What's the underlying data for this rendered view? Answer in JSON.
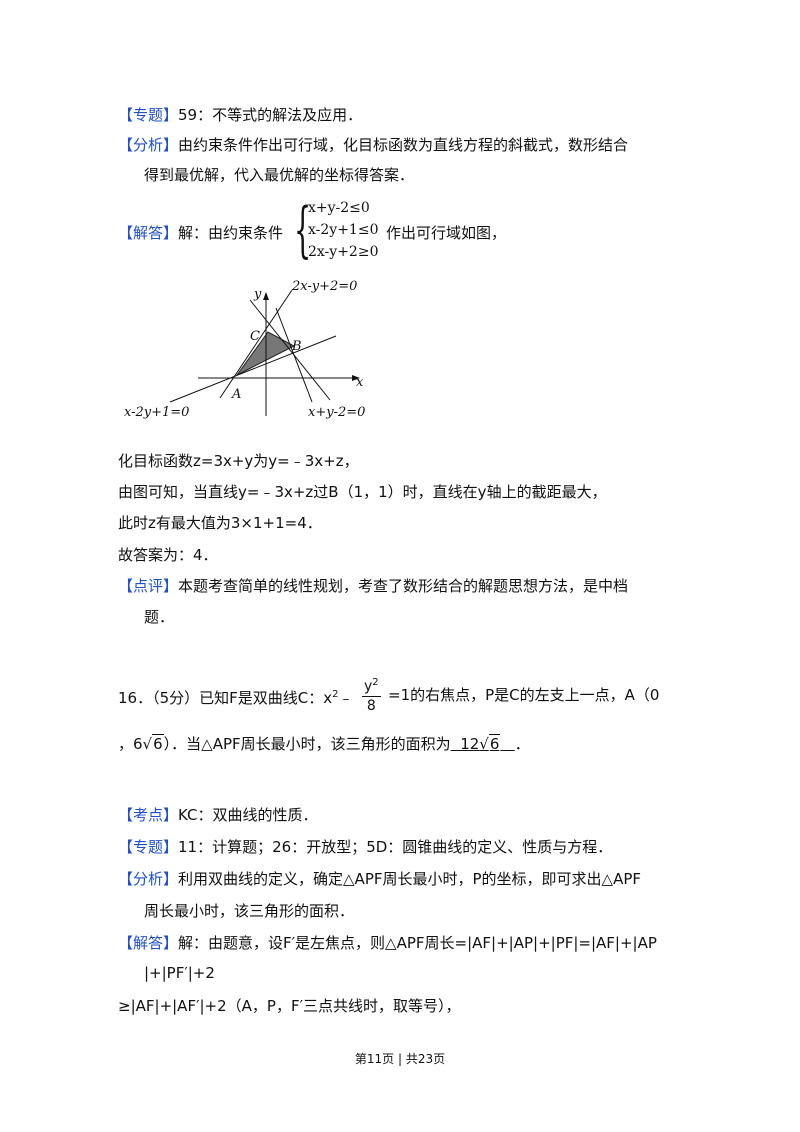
{
  "q15": {
    "zhuanti_tag": "【专题】",
    "zhuanti_text": "59：不等式的解法及应用．",
    "fenxi_tag": "【分析】",
    "fenxi_text_1": "由约束条件作出可行域，化目标函数为直线方程的斜截式，数形结合",
    "fenxi_text_2": "得到最优解，代入最优解的坐标得答案．",
    "jieda_tag": "【解答】",
    "jieda_pre": "解：由约束条件",
    "constraints": [
      "x+y-2≤0",
      "x-2y+1≤0",
      "2x-y+2≥0"
    ],
    "jieda_post": "作出可行域如图，",
    "graph_labels": {
      "y": "y",
      "x": "x",
      "line1": "2x-y+2=0",
      "line2": "x-2y+1=0",
      "line3": "x+y-2=0",
      "A": "A",
      "B": "B",
      "C": "C"
    },
    "step1": "化目标函数z=3x+y为y=﹣3x+z，",
    "step2": "由图可知，当直线y=﹣3x+z过B（1，1）时，直线在y轴上的截距最大，",
    "step3": "此时z有最大值为3×1+1=4．",
    "answer": "故答案为：4．",
    "dianping_tag": "【点评】",
    "dianping_text_1": "本题考查简单的线性规划，考查了数形结合的解题思想方法，是中档",
    "dianping_text_2": "题．"
  },
  "q16": {
    "stem_pre": "16．（5分）已知F是双曲线C：x",
    "sup2": "2",
    "minus": "﹣",
    "frac_num": "y",
    "frac_num_sup": "2",
    "frac_den": "8",
    "stem_post": "=1的右焦点，P是C的左支上一点，A（0",
    "line2_pre": "，6",
    "sqrt6": "6",
    "line2_mid": "）．当△APF周长最小时，该三角形的面积为",
    "answer_coef": "12",
    "answer_sqrt": "6",
    "line2_end": "．",
    "kaodian_tag": "【考点】",
    "kaodian_text": "KC：双曲线的性质．",
    "zhuanti_tag": "【专题】",
    "zhuanti_text": "11：计算题；26：开放型；5D：圆锥曲线的定义、性质与方程．",
    "fenxi_tag": "【分析】",
    "fenxi_text_1": "利用双曲线的定义，确定△APF周长最小时，P的坐标，即可求出△APF",
    "fenxi_text_2": "周长最小时，该三角形的面积．",
    "jieda_tag": "【解答】",
    "jieda_text_1": "解：由题意，设F′是左焦点，则△APF周长=|AF|+|AP|+|PF|=|AF|+|AP",
    "jieda_text_2": "|+|PF′|+2",
    "jieda_text_3": "≥|AF|+|AF′|+2（A，P，F′三点共线时，取等号），"
  },
  "footer": "第11页 | 共23页"
}
